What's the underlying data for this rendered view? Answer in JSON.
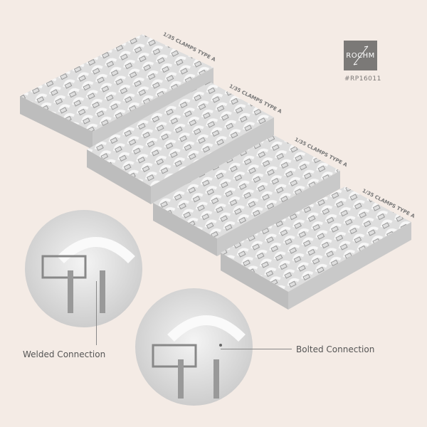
{
  "brand": {
    "logo_text": "ROCHM",
    "product_code": "#RP16011"
  },
  "trays": [
    {
      "label": "1/35 CLAMPS TYPE A"
    },
    {
      "label": "1/35 CLAMPS TYPE A"
    },
    {
      "label": "1/35 CLAMPS TYPE A"
    },
    {
      "label": "1/35 CLAMPS TYPE A"
    }
  ],
  "callouts": {
    "welded": "Welded Connection",
    "bolted": "Bolted Connection"
  }
}
